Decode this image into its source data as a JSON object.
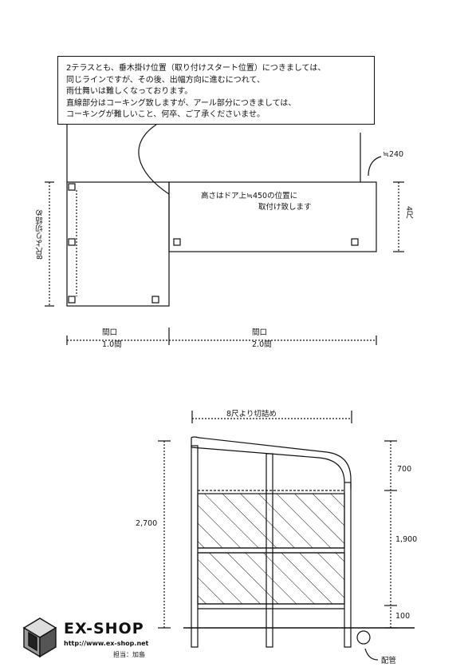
{
  "note": {
    "lines": [
      "2テラスとも、垂木掛け位置（取り付けスタート位置）につきましては、",
      "同じラインですが、その後、出幅方向に進むにつれて、",
      "雨仕舞いは難しくなっております。",
      "直線部分はコーキング致しますが、アール部分につきましては、",
      "コーキングが難しいこと、何卒、ご了承くださいませ。"
    ]
  },
  "plan": {
    "roof_note_line1": "高さはドア上≒450の位置に",
    "roof_note_line2": "取付け致します",
    "dim_240": "≒240",
    "dim_4shaku": "4尺",
    "dim_left_vertical": "8尺より切詰め",
    "width_left_top": "間口",
    "width_left_bottom": "1.0間",
    "width_right_top": "間口",
    "width_right_bottom": "2.0間"
  },
  "elevation": {
    "dim_top": "8尺より切詰め",
    "dim_total_height": "2,700",
    "dim_700": "700",
    "dim_1900": "1,900",
    "dim_100": "100",
    "pipe_label": "配管"
  },
  "brand": {
    "name": "EX-SHOP",
    "url": "http://www.ex-shop.net",
    "staff": "担当：加島"
  },
  "colors": {
    "line": "#111111",
    "background": "#ffffff"
  }
}
